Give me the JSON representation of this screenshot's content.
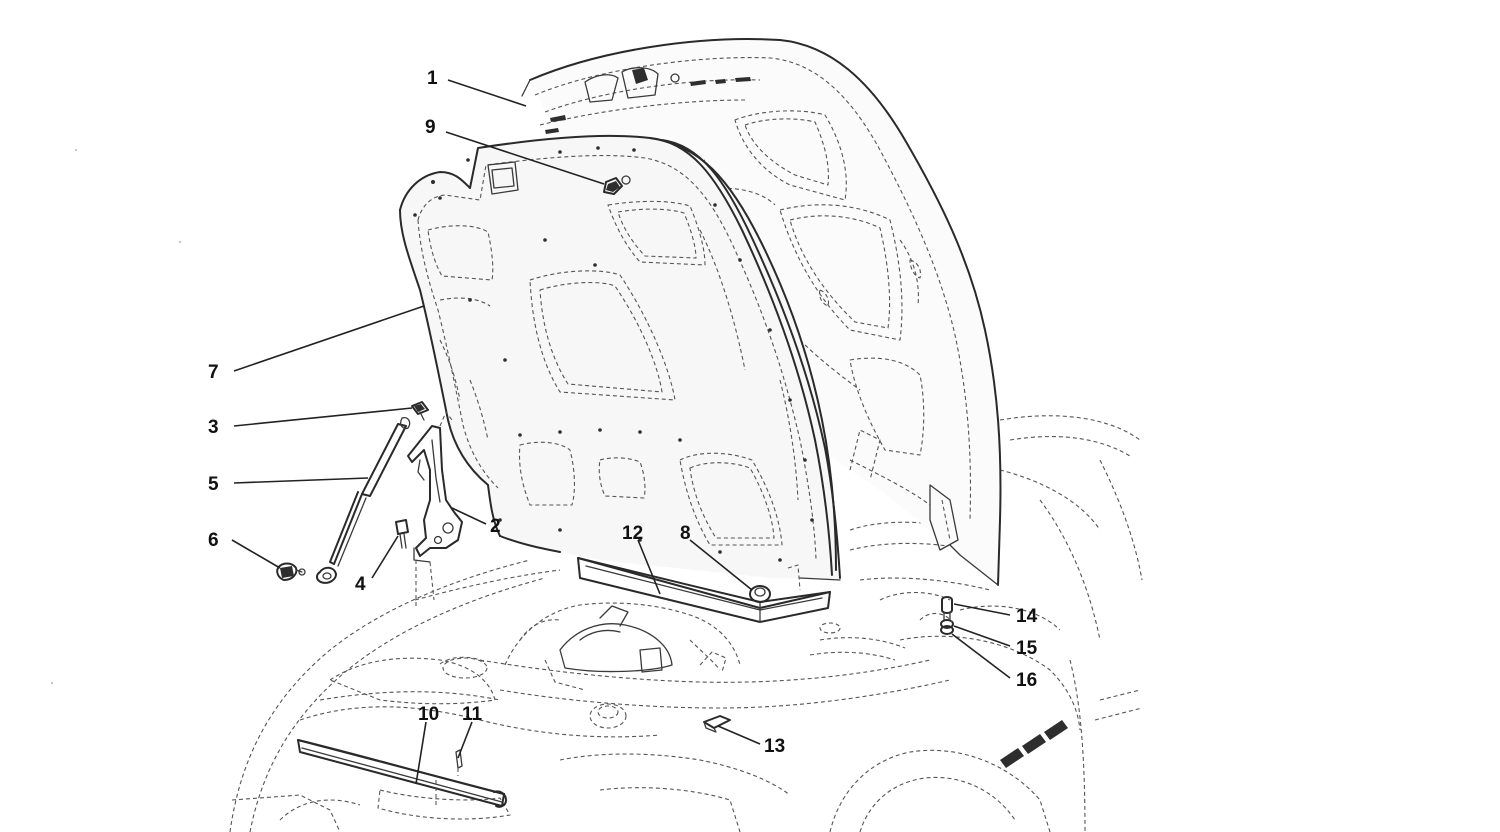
{
  "diagram": {
    "parts": [
      {
        "id": "part-1",
        "number": "1"
      },
      {
        "id": "part-2",
        "number": "2"
      },
      {
        "id": "part-3",
        "number": "3"
      },
      {
        "id": "part-4",
        "number": "4"
      },
      {
        "id": "part-5",
        "number": "5"
      },
      {
        "id": "part-6",
        "number": "6"
      },
      {
        "id": "part-7",
        "number": "7"
      },
      {
        "id": "part-8",
        "number": "8"
      },
      {
        "id": "part-9",
        "number": "9"
      },
      {
        "id": "part-10",
        "number": "10"
      },
      {
        "id": "part-11",
        "number": "11"
      },
      {
        "id": "part-12",
        "number": "12"
      },
      {
        "id": "part-13",
        "number": "13"
      },
      {
        "id": "part-14",
        "number": "14"
      },
      {
        "id": "part-15",
        "number": "15"
      },
      {
        "id": "part-16",
        "number": "16"
      }
    ]
  },
  "colors": {
    "line": "#2a2a2a",
    "background": "#ffffff"
  }
}
